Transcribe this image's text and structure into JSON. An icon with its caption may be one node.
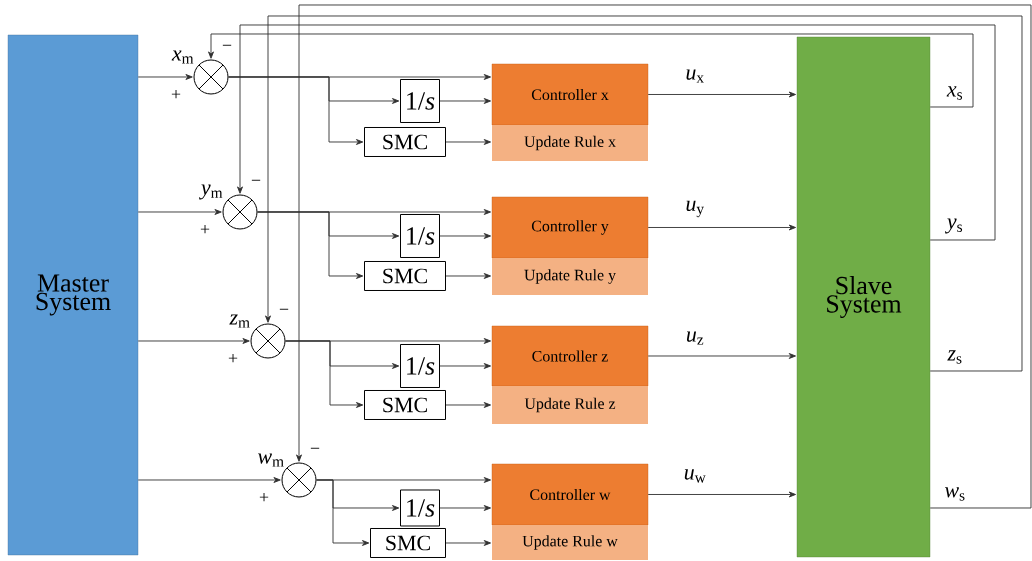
{
  "diagram": {
    "nodes": [
      {
        "text": [
          "Master System"
        ]
      },
      {
        "text": [],
        "shape": "circle"
      },
      {
        "text": [
          "1/*s*"
        ]
      },
      {
        "text": [
          "SMC"
        ]
      },
      {
        "text": [
          "Controller x"
        ]
      },
      {
        "text": [
          "Update Rule x"
        ]
      },
      {
        "text": [],
        "shape": "circle"
      },
      {
        "text": [
          "1/*s*"
        ]
      },
      {
        "text": [
          "SMC"
        ]
      },
      {
        "text": [
          "Controller y"
        ]
      },
      {
        "text": [
          "Update Rule y"
        ]
      },
      {
        "text": [],
        "shape": "circle"
      },
      {
        "text": [
          "1/*s*"
        ]
      },
      {
        "text": [
          "SMC"
        ]
      },
      {
        "text": [
          "Controller z"
        ]
      },
      {
        "text": [
          "Update Rule z"
        ]
      },
      {
        "text": [],
        "shape": "circle"
      },
      {
        "text": [
          "1/*s*"
        ]
      },
      {
        "text": [
          "SMC"
        ]
      },
      {
        "text": [
          "Controller w"
        ]
      },
      {
        "text": [
          "Update Rule w"
        ]
      },
      {
        "text": [
          "Slave System"
        ]
      }
    ],
    "edges": [
      {
        "from": 0,
        "to": 1,
        "arrow": "to",
        "label": "*x*$_{m}$"
      },
      {
        "from": 21,
        "to": 1,
        "arrow": "to",
        "label": "*x*$_{s}$"
      },
      {
        "from": 1,
        "to": 4,
        "arrow": "to"
      },
      {
        "from": 1,
        "to": 2,
        "arrow": "to"
      },
      {
        "from": 1,
        "to": 3,
        "arrow": "to"
      },
      {
        "from": 2,
        "to": 4,
        "arrow": "to"
      },
      {
        "from": 3,
        "to": 5,
        "arrow": "to"
      },
      {
        "from": 4,
        "to": 21,
        "arrow": "to",
        "label": "*u*$_{x}$"
      },
      {
        "from": 0,
        "to": 6,
        "arrow": "to",
        "label": "*y*$_{m}$"
      },
      {
        "from": 21,
        "to": 6,
        "arrow": "to",
        "label": "*y*$_{s}$"
      },
      {
        "from": 6,
        "to": 9,
        "arrow": "to"
      },
      {
        "from": 6,
        "to": 7,
        "arrow": "to"
      },
      {
        "from": 6,
        "to": 8,
        "arrow": "to"
      },
      {
        "from": 7,
        "to": 9,
        "arrow": "to"
      },
      {
        "from": 8,
        "to": 10,
        "arrow": "to"
      },
      {
        "from": 9,
        "to": 21,
        "arrow": "to",
        "label": "*u*$_{y}$"
      },
      {
        "from": 0,
        "to": 11,
        "arrow": "to",
        "label": "*z*$_{m}$"
      },
      {
        "from": 21,
        "to": 11,
        "arrow": "to",
        "label": "*z*$_{s}$"
      },
      {
        "from": 11,
        "to": 14,
        "arrow": "to"
      },
      {
        "from": 11,
        "to": 12,
        "arrow": "to"
      },
      {
        "from": 11,
        "to": 13,
        "arrow": "to"
      },
      {
        "from": 12,
        "to": 14,
        "arrow": "to"
      },
      {
        "from": 13,
        "to": 15,
        "arrow": "to"
      },
      {
        "from": 14,
        "to": 21,
        "arrow": "to",
        "label": "*u*$_{z}$"
      },
      {
        "from": 0,
        "to": 16,
        "arrow": "to",
        "label": "*w*$_{m}$"
      },
      {
        "from": 21,
        "to": 16,
        "arrow": "to",
        "label": "*w*$_{s}$"
      },
      {
        "from": 16,
        "to": 19,
        "arrow": "to"
      },
      {
        "from": 16,
        "to": 17,
        "arrow": "to"
      },
      {
        "from": 16,
        "to": 18,
        "arrow": "to"
      },
      {
        "from": 17,
        "to": 19,
        "arrow": "to"
      },
      {
        "from": 18,
        "to": 20,
        "arrow": "to"
      },
      {
        "from": 19,
        "to": 21,
        "arrow": "to",
        "label": "*u*$_{w}$"
      }
    ],
    "labels": [
      "−",
      "+",
      "−",
      "+",
      "−",
      "+",
      "−",
      "+"
    ]
  }
}
